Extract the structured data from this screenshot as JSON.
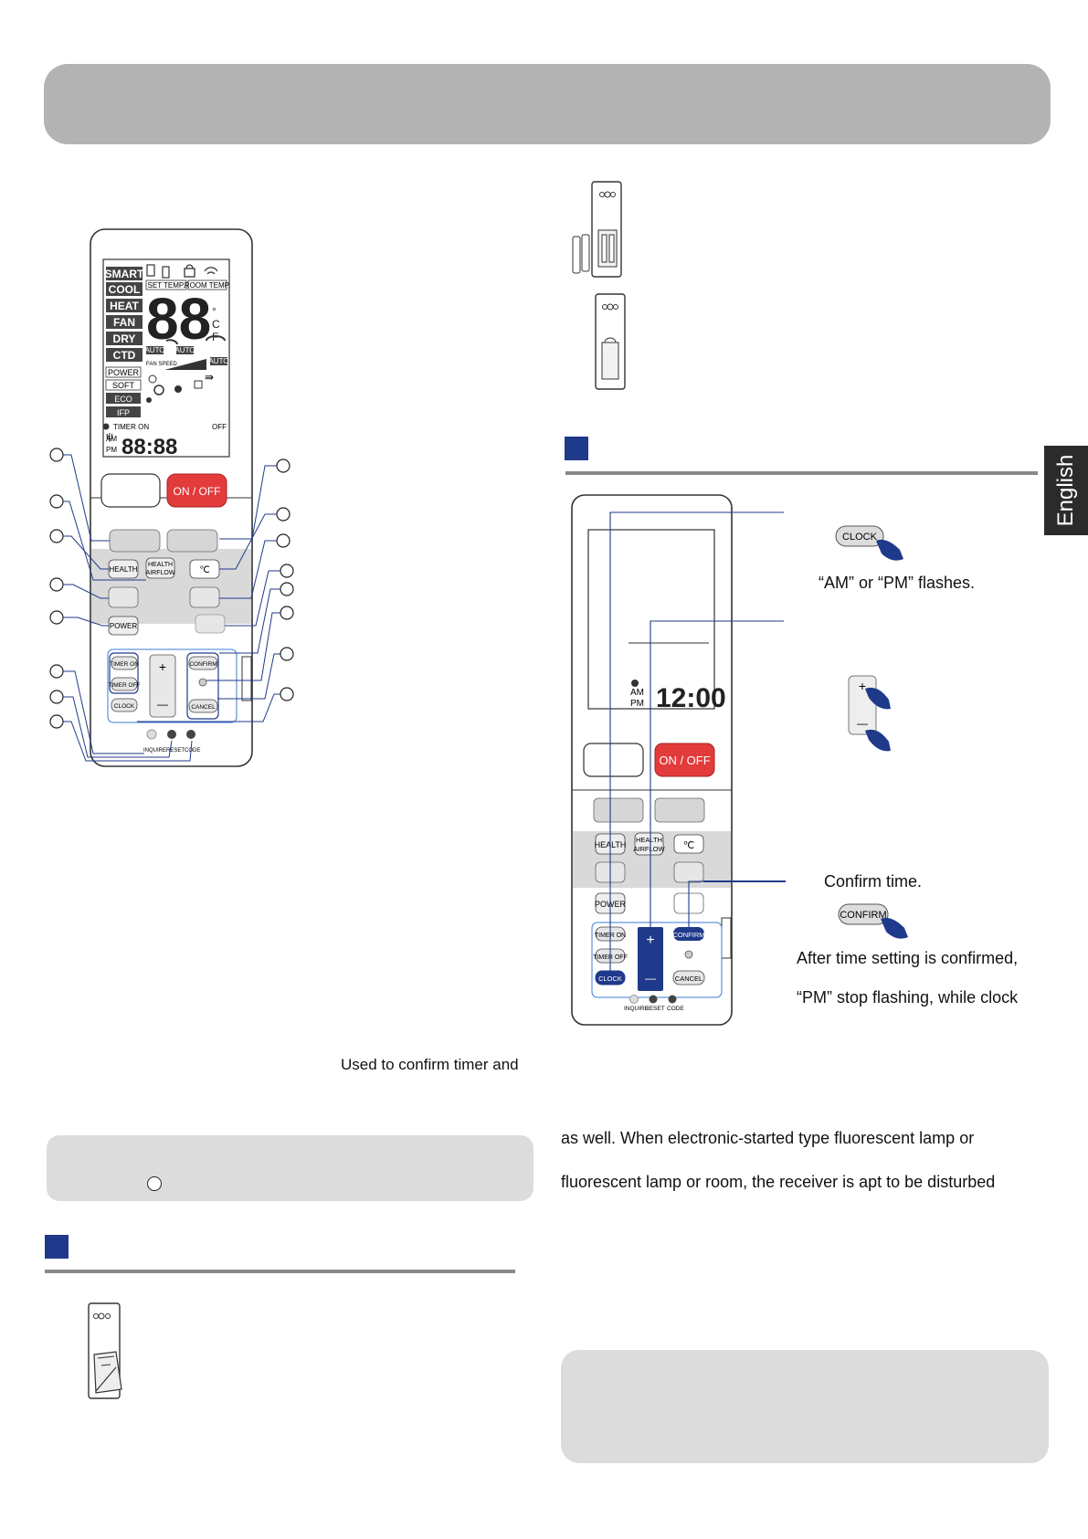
{
  "sidebar": {
    "language": "English"
  },
  "remote1": {
    "lcd": {
      "modes": [
        "SMART",
        "COOL",
        "HEAT",
        "FAN",
        "DRY",
        "CTD",
        "POWER",
        "SOFT",
        "ECO",
        "IFP"
      ],
      "set_temp": "SET TEMP.",
      "room_temp": "ROOM TEMP.",
      "digits": "88",
      "auto": "AUTO",
      "fan_speed": "FAN SPEED",
      "timer": "TIMER ON",
      "timer_off": "OFF",
      "am": "AM",
      "pm": "PM",
      "time": "88:88"
    },
    "buttons": {
      "onoff": "ON / OFF",
      "health": "HEALTH",
      "health_airflow_1": "HEALTH",
      "health_airflow_2": "AIRFLOW",
      "celsius": "℃",
      "power": "POWER",
      "timer_on": "TIMER ON",
      "timer_off": "TIMER OFF",
      "clock": "CLOCK",
      "confirm": "CONFIRM",
      "cancel": "CANCEL",
      "plus": "+",
      "minus": "—",
      "inquire": "INQUIRE",
      "reset": "RESET",
      "code": "CODE"
    }
  },
  "remote2": {
    "time": "12:00",
    "am": "AM",
    "pm": "PM",
    "buttons": {
      "onoff": "ON / OFF",
      "health": "HEALTH",
      "health_airflow_1": "HEALTH",
      "health_airflow_2": "AIRFLOW",
      "celsius": "℃",
      "power": "POWER",
      "timer_on": "TIMER ON",
      "timer_off": "TIMER OFF",
      "clock": "CLOCK",
      "confirm": "CONFIRM",
      "cancel": "CANCEL",
      "plus": "+",
      "minus": "—",
      "inquire": "INQUIRE",
      "reset": "RESET",
      "code": "CODE"
    }
  },
  "clock_steps": {
    "clock_button": "CLOCK",
    "step1_text": "“AM” or “PM” flashes.",
    "plus": "+",
    "minus": "—",
    "step3_title": "Confirm time.",
    "confirm_button": "CONFIRM",
    "after_line1": "After time setting is confirmed,",
    "after_line2": "“PM” stop flashing, while clock"
  },
  "body_text": {
    "confirm_desc": "Used to confirm timer and",
    "para1": "as well. When electronic-started type fluorescent lamp or",
    "para2": "fluorescent lamp or room, the receiver is apt to be disturbed"
  }
}
